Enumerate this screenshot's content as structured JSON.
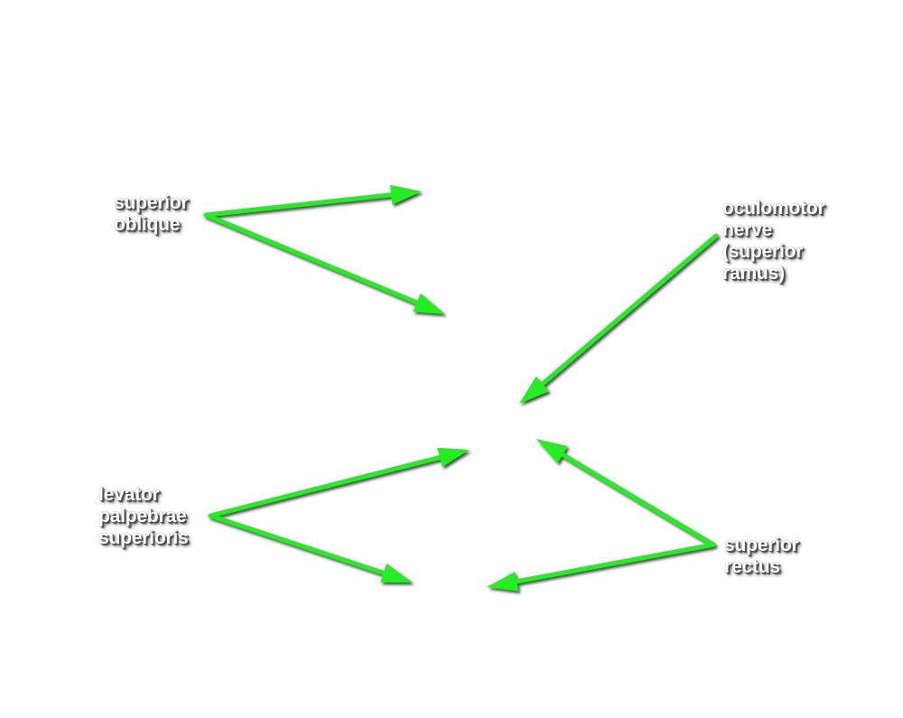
{
  "labels": {
    "superior_oblique": [
      "superior",
      "oblique"
    ],
    "oculomotor_nerve": [
      "oculomotor",
      "nerve",
      "(superior",
      "ramus)"
    ],
    "levator_palpebrae_superioris": [
      "levator",
      "palpebrae",
      "superioris"
    ],
    "superior_rectus": [
      "superior",
      "rectus"
    ]
  },
  "colors": {
    "arrow": "#22ee22",
    "arrow_shadow": "#3a3a3a",
    "label_text": "#ffffff",
    "background": "#ffffff"
  }
}
